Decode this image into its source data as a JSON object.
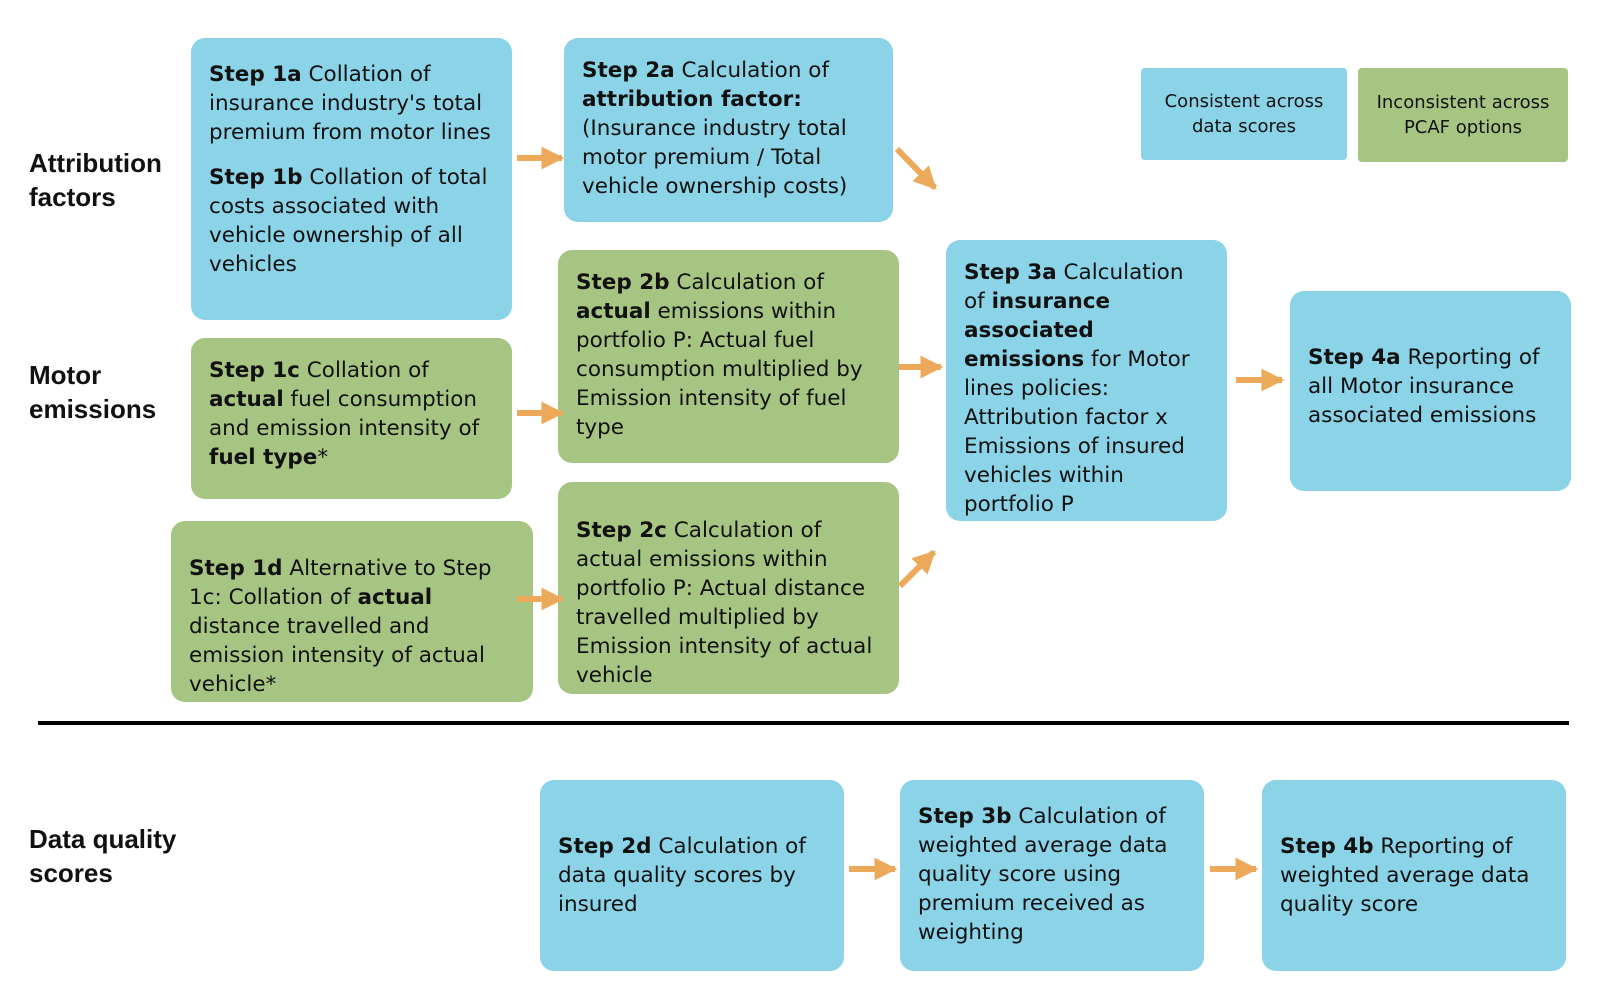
{
  "row_labels": {
    "attribution": [
      "Attribution",
      "factors"
    ],
    "motor": [
      "Motor",
      "emissions"
    ],
    "dq": [
      "Data quality",
      "scores"
    ]
  },
  "legend": {
    "consistent": "Consistent across data scores",
    "inconsistent": "Inconsistent across PCAF options"
  },
  "colors": {
    "consistent": "#8bd3e7",
    "inconsistent": "#a7c582",
    "arrow": "#eca95a"
  },
  "steps": {
    "s1a": {
      "id": "Step 1a",
      "text": " Collation of insurance industry's total premium from motor lines"
    },
    "s1b": {
      "id": "Step 1b",
      "text": " Collation of total costs associated with vehicle ownership of all vehicles"
    },
    "s1c": {
      "id": "Step 1c",
      "t1": " Collation of ",
      "b1": "actual",
      "t2": " fuel consumption and emission intensity of ",
      "b2": "fuel type",
      "t3": "*"
    },
    "s1d": {
      "id": "Step 1d",
      "t1": " Alternative to Step 1c: Collation of ",
      "b1": "actual",
      "t2": " distance travelled and emission intensity of actual vehicle*"
    },
    "s2a": {
      "id": "Step 2a",
      "t1": " Calculation of ",
      "b1": "attribution factor:",
      "t2": " (Insurance industry total motor premium / Total vehicle ownership costs)"
    },
    "s2b": {
      "id": "Step 2b",
      "t1": " Calculation of ",
      "b1": "actual",
      "t2": " emissions within portfolio P: Actual fuel consumption multiplied by Emission intensity of fuel type"
    },
    "s2c": {
      "id": "Step 2c",
      "text": " Calculation of actual emissions within portfolio P: Actual distance travelled multiplied by Emission intensity of actual vehicle"
    },
    "s2d": {
      "id": "Step 2d",
      "text": " Calculation of data quality scores by insured"
    },
    "s3a": {
      "id": "Step 3a",
      "t1": " Calculation of ",
      "b1": "insurance associated emissions",
      "t2": " for Motor lines policies: Attribution factor x Emissions of insured vehicles within portfolio P"
    },
    "s3b": {
      "id": "Step 3b",
      "text": " Calculation of weighted average data quality score using premium received as weighting"
    },
    "s4a": {
      "id": "Step 4a",
      "text": " Reporting of all Motor insurance associated emissions"
    },
    "s4b": {
      "id": "Step 4b",
      "text": " Reporting of weighted average data quality score"
    }
  }
}
